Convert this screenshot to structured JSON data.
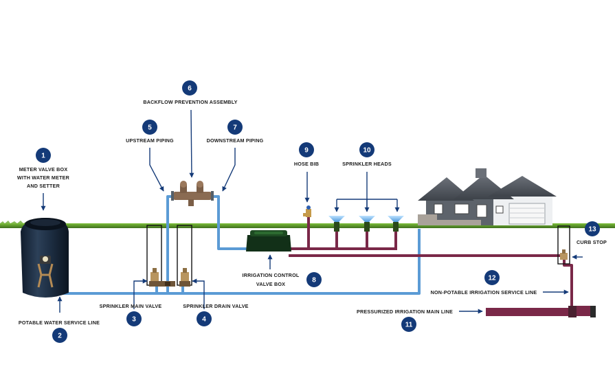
{
  "colors": {
    "potable_pipe": "#5b9bd5",
    "non_potable_pipe": "#7a2848",
    "badge": "#143a78",
    "grass": "#4f8a2a"
  },
  "callouts": [
    {
      "number": "1",
      "lines": [
        "METER VALVE BOX",
        "WITH WATER METER",
        "AND SETTER"
      ]
    },
    {
      "number": "2",
      "lines": [
        "POTABLE WATER SERVICE LINE"
      ]
    },
    {
      "number": "3",
      "lines": [
        "SPRINKLER MAIN VALVE"
      ]
    },
    {
      "number": "4",
      "lines": [
        "SPRINKLER DRAIN VALVE"
      ]
    },
    {
      "number": "5",
      "lines": [
        "UPSTREAM PIPING"
      ]
    },
    {
      "number": "6",
      "lines": [
        "BACKFLOW PREVENTION ASSEMBLY"
      ]
    },
    {
      "number": "7",
      "lines": [
        "DOWNSTREAM PIPING"
      ]
    },
    {
      "number": "8",
      "lines": [
        "IRRIGATION CONTROL",
        "VALVE BOX"
      ]
    },
    {
      "number": "9",
      "lines": [
        "HOSE BIB"
      ]
    },
    {
      "number": "10",
      "lines": [
        "SPRINKLER HEADS"
      ]
    },
    {
      "number": "11",
      "lines": [
        "PRESSURIZED IRRIGATION MAIN LINE"
      ]
    },
    {
      "number": "12",
      "lines": [
        "NON-POTABLE IRRIGATION SERVICE LINE"
      ]
    },
    {
      "number": "13",
      "lines": [
        "CURB STOP"
      ]
    }
  ]
}
